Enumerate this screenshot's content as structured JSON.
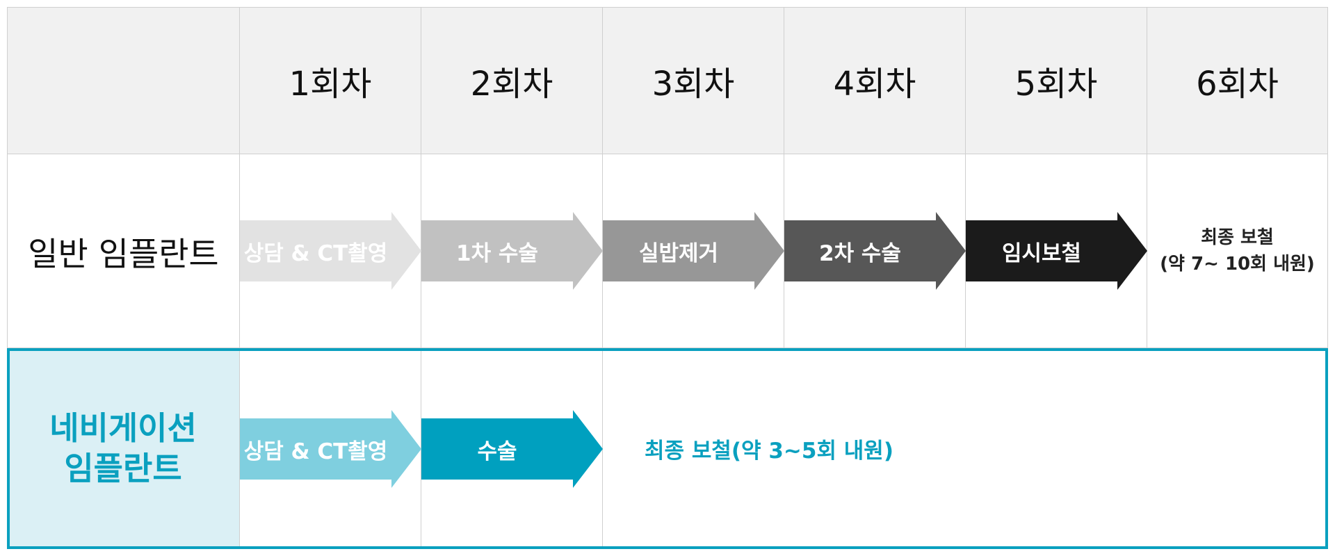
{
  "header": {
    "sessions": [
      "1회차",
      "2회차",
      "3회차",
      "4회차",
      "5회차",
      "6회차"
    ]
  },
  "rows": {
    "general": {
      "label": "일반 임플란트",
      "steps": [
        "상담 & CT촬영",
        "1차 수술",
        "실밥제거",
        "2차 수술",
        "임시보철"
      ],
      "final_line1": "최종 보철",
      "final_line2": "(약 7~ 10회 내원)"
    },
    "navigation": {
      "label_line1": "네비게이션",
      "label_line2": "임플란트",
      "steps": [
        "상담 & CT촬영",
        "수술"
      ],
      "final": "최종 보철(약 3~5회 내원)"
    }
  },
  "colors": {
    "header_bg": "#f1f1f1",
    "grid_line": "#cfcfcf",
    "accent": "#0aa0bf",
    "nav_label_bg": "#dbf0f5",
    "general_arrows": [
      "#e2e2e2",
      "#c1c1c1",
      "#979797",
      "#575757",
      "#1b1b1b"
    ],
    "nav_arrows": [
      "#7fcfdf",
      "#00a0bf"
    ]
  }
}
